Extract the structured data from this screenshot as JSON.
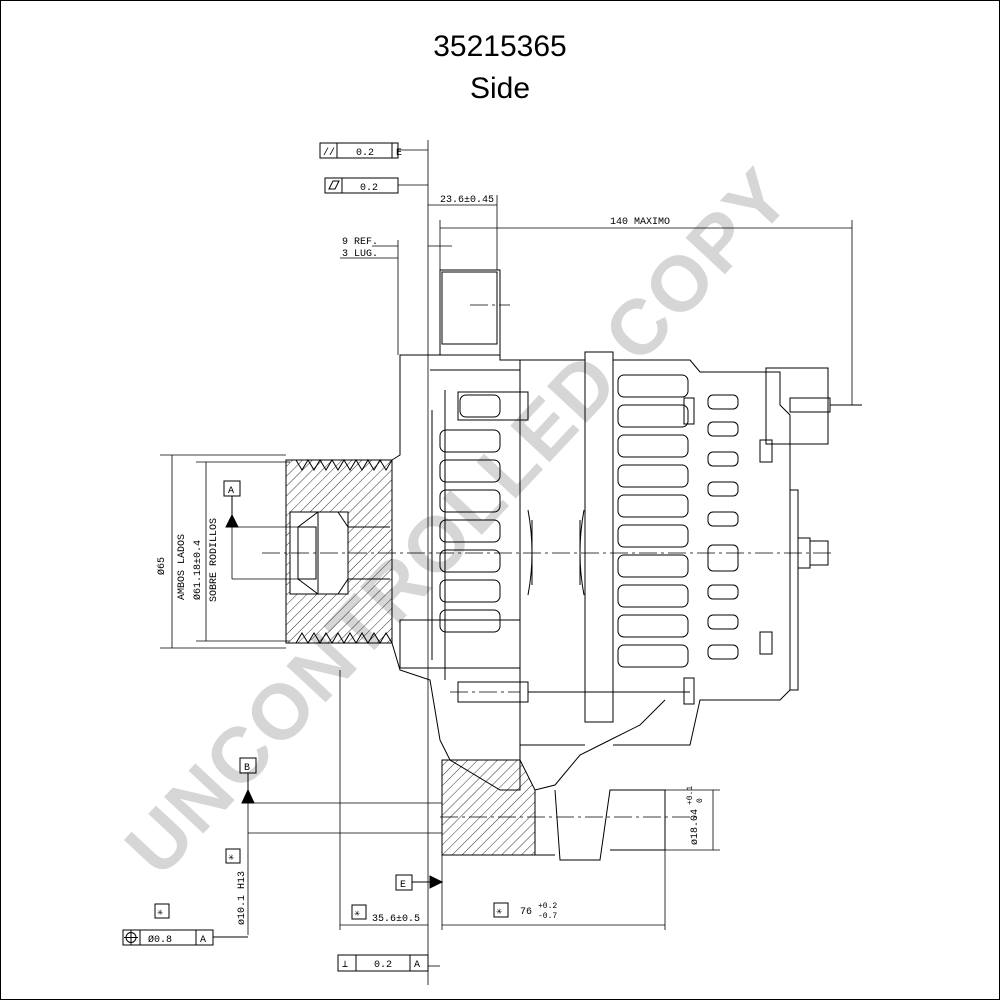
{
  "drawing": {
    "part_number": "35215365",
    "view": "Side",
    "watermark": "UNCONTROLLED COPY"
  },
  "tolerance_frames": {
    "top_parallel": {
      "symbol": "//",
      "value": "0.2",
      "datum": "E"
    },
    "top_flatness": {
      "symbol": "flatness",
      "value": "0.2"
    },
    "left_position": {
      "symbol": "position",
      "value": "Ø0.8",
      "datum": "A"
    },
    "bottom_perpendicular": {
      "symbol": "⊥",
      "value": "0.2",
      "datum": "A"
    }
  },
  "datums": {
    "a": "A",
    "b": "B",
    "e": "E"
  },
  "dimensions": {
    "hub_offset": "23.6±0.45",
    "overall_length": "140 MAXIMO",
    "ref_line1": "9 REF.",
    "ref_line2": "3 LUG.",
    "pulley_diameter": "Ø65",
    "ambos_lados": "AMBOS LADOS",
    "rodillos_diameter": "Ø61.18±0.4",
    "sobre_rodillos": "SOBRE RODILLOS",
    "bore": "ø10.1 H13",
    "lug_diameter": "ø18.04",
    "lug_tol_upper": "+0.1",
    "lug_tol_lower": "0",
    "mount_offset": "35.6±0.5",
    "mount_length": "76",
    "mount_tol_upper": "+0.2",
    "mount_tol_lower": "-0.7"
  }
}
